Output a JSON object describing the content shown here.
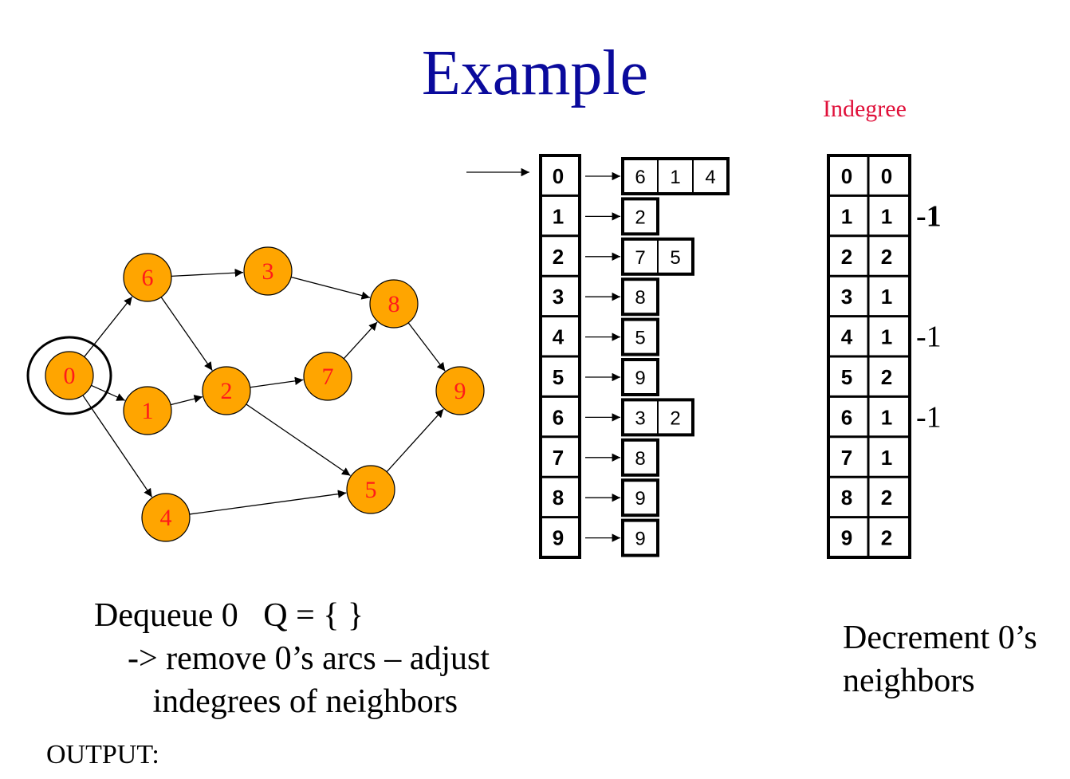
{
  "title": "Example",
  "indegree_label": "Indegree",
  "graph": {
    "nodes": [
      "0",
      "1",
      "2",
      "3",
      "4",
      "5",
      "6",
      "7",
      "8",
      "9"
    ],
    "edges": [
      [
        "0",
        "6"
      ],
      [
        "0",
        "1"
      ],
      [
        "0",
        "4"
      ],
      [
        "6",
        "3"
      ],
      [
        "6",
        "2"
      ],
      [
        "1",
        "2"
      ],
      [
        "3",
        "8"
      ],
      [
        "2",
        "7"
      ],
      [
        "2",
        "5"
      ],
      [
        "7",
        "8"
      ],
      [
        "8",
        "9"
      ],
      [
        "4",
        "5"
      ],
      [
        "5",
        "9"
      ]
    ],
    "highlighted_node": "0",
    "colors": {
      "node_fill": "#FFA500",
      "node_label": "#FF1A1A",
      "title": "#0A0A9C",
      "indegree_label": "#E0103A"
    }
  },
  "adjacency": {
    "rows": [
      {
        "index": "0",
        "neighbors": [
          "6",
          "1",
          "4"
        ]
      },
      {
        "index": "1",
        "neighbors": [
          "2"
        ]
      },
      {
        "index": "2",
        "neighbors": [
          "7",
          "5"
        ]
      },
      {
        "index": "3",
        "neighbors": [
          "8"
        ]
      },
      {
        "index": "4",
        "neighbors": [
          "5"
        ]
      },
      {
        "index": "5",
        "neighbors": [
          "9"
        ]
      },
      {
        "index": "6",
        "neighbors": [
          "3",
          "2"
        ]
      },
      {
        "index": "7",
        "neighbors": [
          "8"
        ]
      },
      {
        "index": "8",
        "neighbors": [
          "9"
        ]
      },
      {
        "index": "9",
        "neighbors": [
          "9"
        ]
      }
    ],
    "current_pointer_row": "0"
  },
  "indegree_table": {
    "rows": [
      {
        "vertex": "0",
        "indegree": "0",
        "decrement": ""
      },
      {
        "vertex": "1",
        "indegree": "1",
        "decrement": "-1"
      },
      {
        "vertex": "2",
        "indegree": "2",
        "decrement": ""
      },
      {
        "vertex": "3",
        "indegree": "1",
        "decrement": ""
      },
      {
        "vertex": "4",
        "indegree": "1",
        "decrement": "-1"
      },
      {
        "vertex": "5",
        "indegree": "2",
        "decrement": ""
      },
      {
        "vertex": "6",
        "indegree": "1",
        "decrement": "-1"
      },
      {
        "vertex": "7",
        "indegree": "1",
        "decrement": ""
      },
      {
        "vertex": "8",
        "indegree": "2",
        "decrement": ""
      },
      {
        "vertex": "9",
        "indegree": "2",
        "decrement": ""
      }
    ]
  },
  "captions": {
    "left": "Dequeue 0   Q = { }\n    -> remove 0’s arcs – adjust\n       indegrees of neighbors",
    "right": "Decrement 0’s\nneighbors",
    "output": "OUTPUT:"
  }
}
